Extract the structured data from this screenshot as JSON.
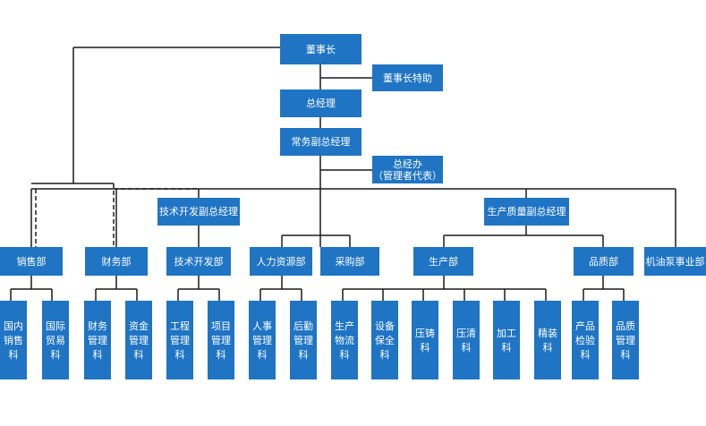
{
  "orgchart": {
    "board": "董事长",
    "assistant": "董事长特助",
    "gm": "总经理",
    "exec_vp": "常务副总经理",
    "gm_office": "总经办\n（管理者代表）",
    "tech_vp": "技术开发副总经理",
    "quality_vp": "生产质量副总经理",
    "dept_sales": "销售部",
    "dept_finance": "财务部",
    "dept_tech": "技术开发部",
    "dept_hr": "人力资源部",
    "dept_purchase": "采购部",
    "dept_production": "生产部",
    "dept_quality": "品质部",
    "dept_pump": "机油泵事业部",
    "sec_domestic_sales": "国内销售科",
    "sec_intl_trade": "国际贸易科",
    "sec_finance_mgmt": "财务管理科",
    "sec_fund_mgmt": "资金管理科",
    "sec_engineering": "工程管理科",
    "sec_project": "项目管理科",
    "sec_personnel": "人事管理科",
    "sec_logistics": "后勤管理科",
    "sec_production_logistics": "生产物流科",
    "sec_equipment": "设备保全科",
    "sec_die_casting": "压铸科",
    "sec_cleaning": "压清科",
    "sec_machining": "加工科",
    "sec_finishing": "精装科",
    "sec_inspection": "产品检验科",
    "sec_quality_mgmt": "品质管理科"
  },
  "colors": {
    "box": "#1f74c4",
    "line": "#1a1a1a",
    "text": "#ffffff"
  }
}
